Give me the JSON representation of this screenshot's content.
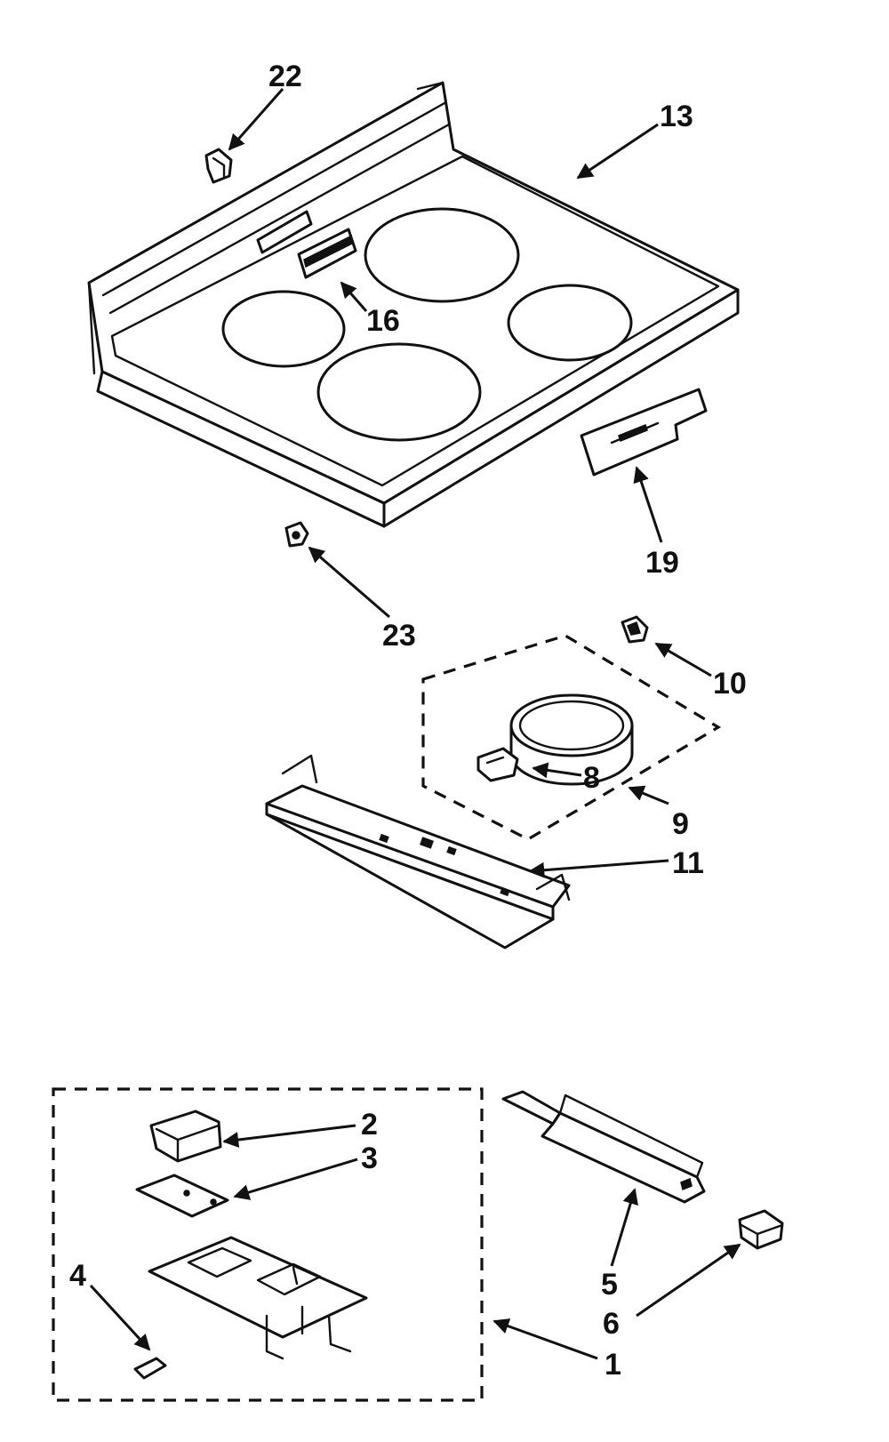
{
  "diagram": {
    "callouts": {
      "c22": "22",
      "c13": "13",
      "c16": "16",
      "c19": "19",
      "c23": "23",
      "c10": "10",
      "c8": "8",
      "c9": "9",
      "c11": "11",
      "c2": "2",
      "c3": "3",
      "c4": "4",
      "c5": "5",
      "c6": "6",
      "c1": "1"
    },
    "line_color": "#111111",
    "background": "#ffffff"
  }
}
